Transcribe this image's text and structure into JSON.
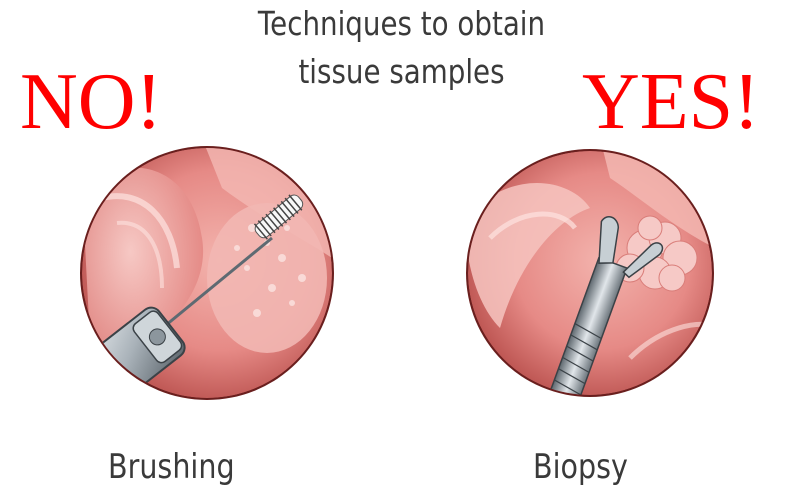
{
  "title": {
    "line1": "Techniques to obtain",
    "line2": "tissue samples"
  },
  "verdicts": {
    "left": "NO!",
    "right": "YES!"
  },
  "captions": {
    "left": "Brushing",
    "right": "Biopsy"
  },
  "colors": {
    "verdict": "#ff0000",
    "tissue": "#e98a88",
    "tissue_light": "#f6c0bd",
    "instrument": "#9aa4ac",
    "text": "#3a3a3a"
  }
}
